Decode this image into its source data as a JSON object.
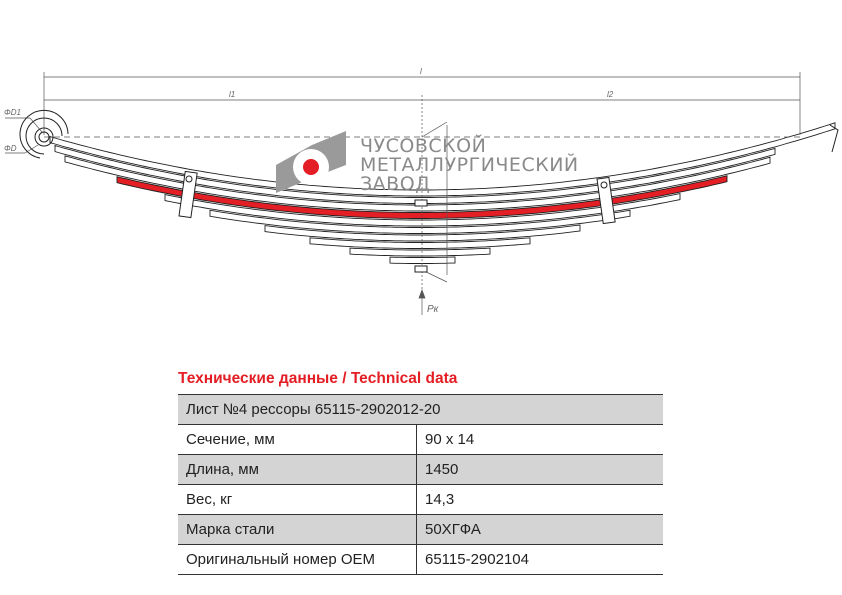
{
  "drawing": {
    "dimension_labels": {
      "total_length": "l",
      "left_length": "l1",
      "right_length": "l2",
      "load": "Pк",
      "eye_outer": "ΦD1",
      "eye_inner": "ΦD"
    },
    "highlight_color": "#e31e24",
    "highlighted_leaf": 4
  },
  "logo": {
    "lines": [
      "ЧУСОВСКОЙ",
      "МЕТАЛЛУРГИЧЕСКИЙ",
      "ЗАВОД"
    ],
    "accent": "#e31e24",
    "grey": "#8a8a8a"
  },
  "technical": {
    "title": "Технические данные / Technical data",
    "header": "Лист №4 рессоры 65115-2902012-20",
    "rows": [
      {
        "label": "Сечение, мм",
        "value": "90 x 14"
      },
      {
        "label": "Длина, мм",
        "value": "1450"
      },
      {
        "label": "Вес, кг",
        "value": "14,3"
      },
      {
        "label": "Марка стали",
        "value": "50ХГФА"
      },
      {
        "label": "Оригинальный номер OEM",
        "value": "65115-2902104"
      }
    ]
  }
}
